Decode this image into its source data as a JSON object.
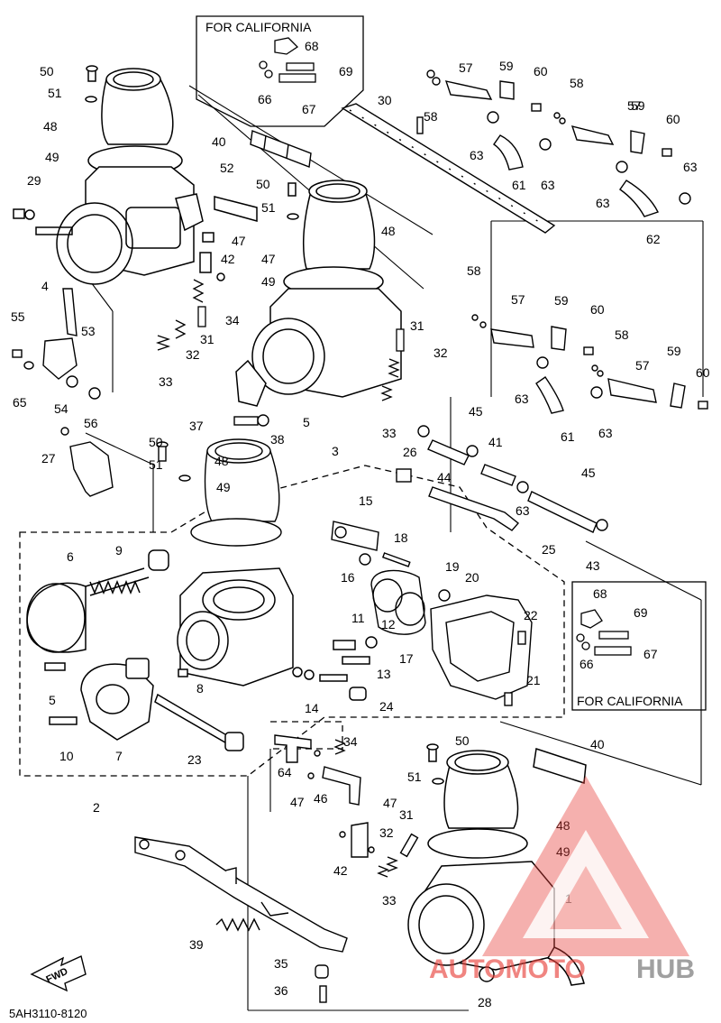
{
  "diagram": {
    "inset_label": "FOR CALIFORNIA",
    "part_code": "5AH3110-8120",
    "fwd_label": "FWD",
    "watermark": {
      "brand_prefix": "AUTOMOTO",
      "brand_suffix": "HUB",
      "color_red": "#e8403a",
      "color_grey": "#6b6b6b"
    },
    "callouts": [
      "1",
      "2",
      "3",
      "4",
      "5",
      "5",
      "6",
      "7",
      "8",
      "9",
      "10",
      "11",
      "12",
      "13",
      "14",
      "15",
      "16",
      "17",
      "18",
      "19",
      "20",
      "21",
      "22",
      "23",
      "24",
      "25",
      "26",
      "27",
      "28",
      "29",
      "30",
      "31",
      "31",
      "31",
      "32",
      "32",
      "32",
      "33",
      "33",
      "33",
      "34",
      "34",
      "35",
      "36",
      "37",
      "38",
      "39",
      "40",
      "40",
      "41",
      "42",
      "42",
      "43",
      "44",
      "45",
      "45",
      "46",
      "47",
      "47",
      "47",
      "47",
      "48",
      "48",
      "48",
      "48",
      "49",
      "49",
      "49",
      "49",
      "50",
      "50",
      "50",
      "50",
      "51",
      "51",
      "51",
      "51",
      "52",
      "53",
      "54",
      "55",
      "56",
      "57",
      "57",
      "57",
      "57",
      "58",
      "58",
      "58",
      "58",
      "59",
      "59",
      "59",
      "59",
      "60",
      "60",
      "60",
      "60",
      "61",
      "61",
      "62",
      "63",
      "63",
      "63",
      "63",
      "63",
      "63",
      "63",
      "64",
      "65",
      "66",
      "66",
      "67",
      "67",
      "68",
      "68",
      "69",
      "69"
    ]
  }
}
